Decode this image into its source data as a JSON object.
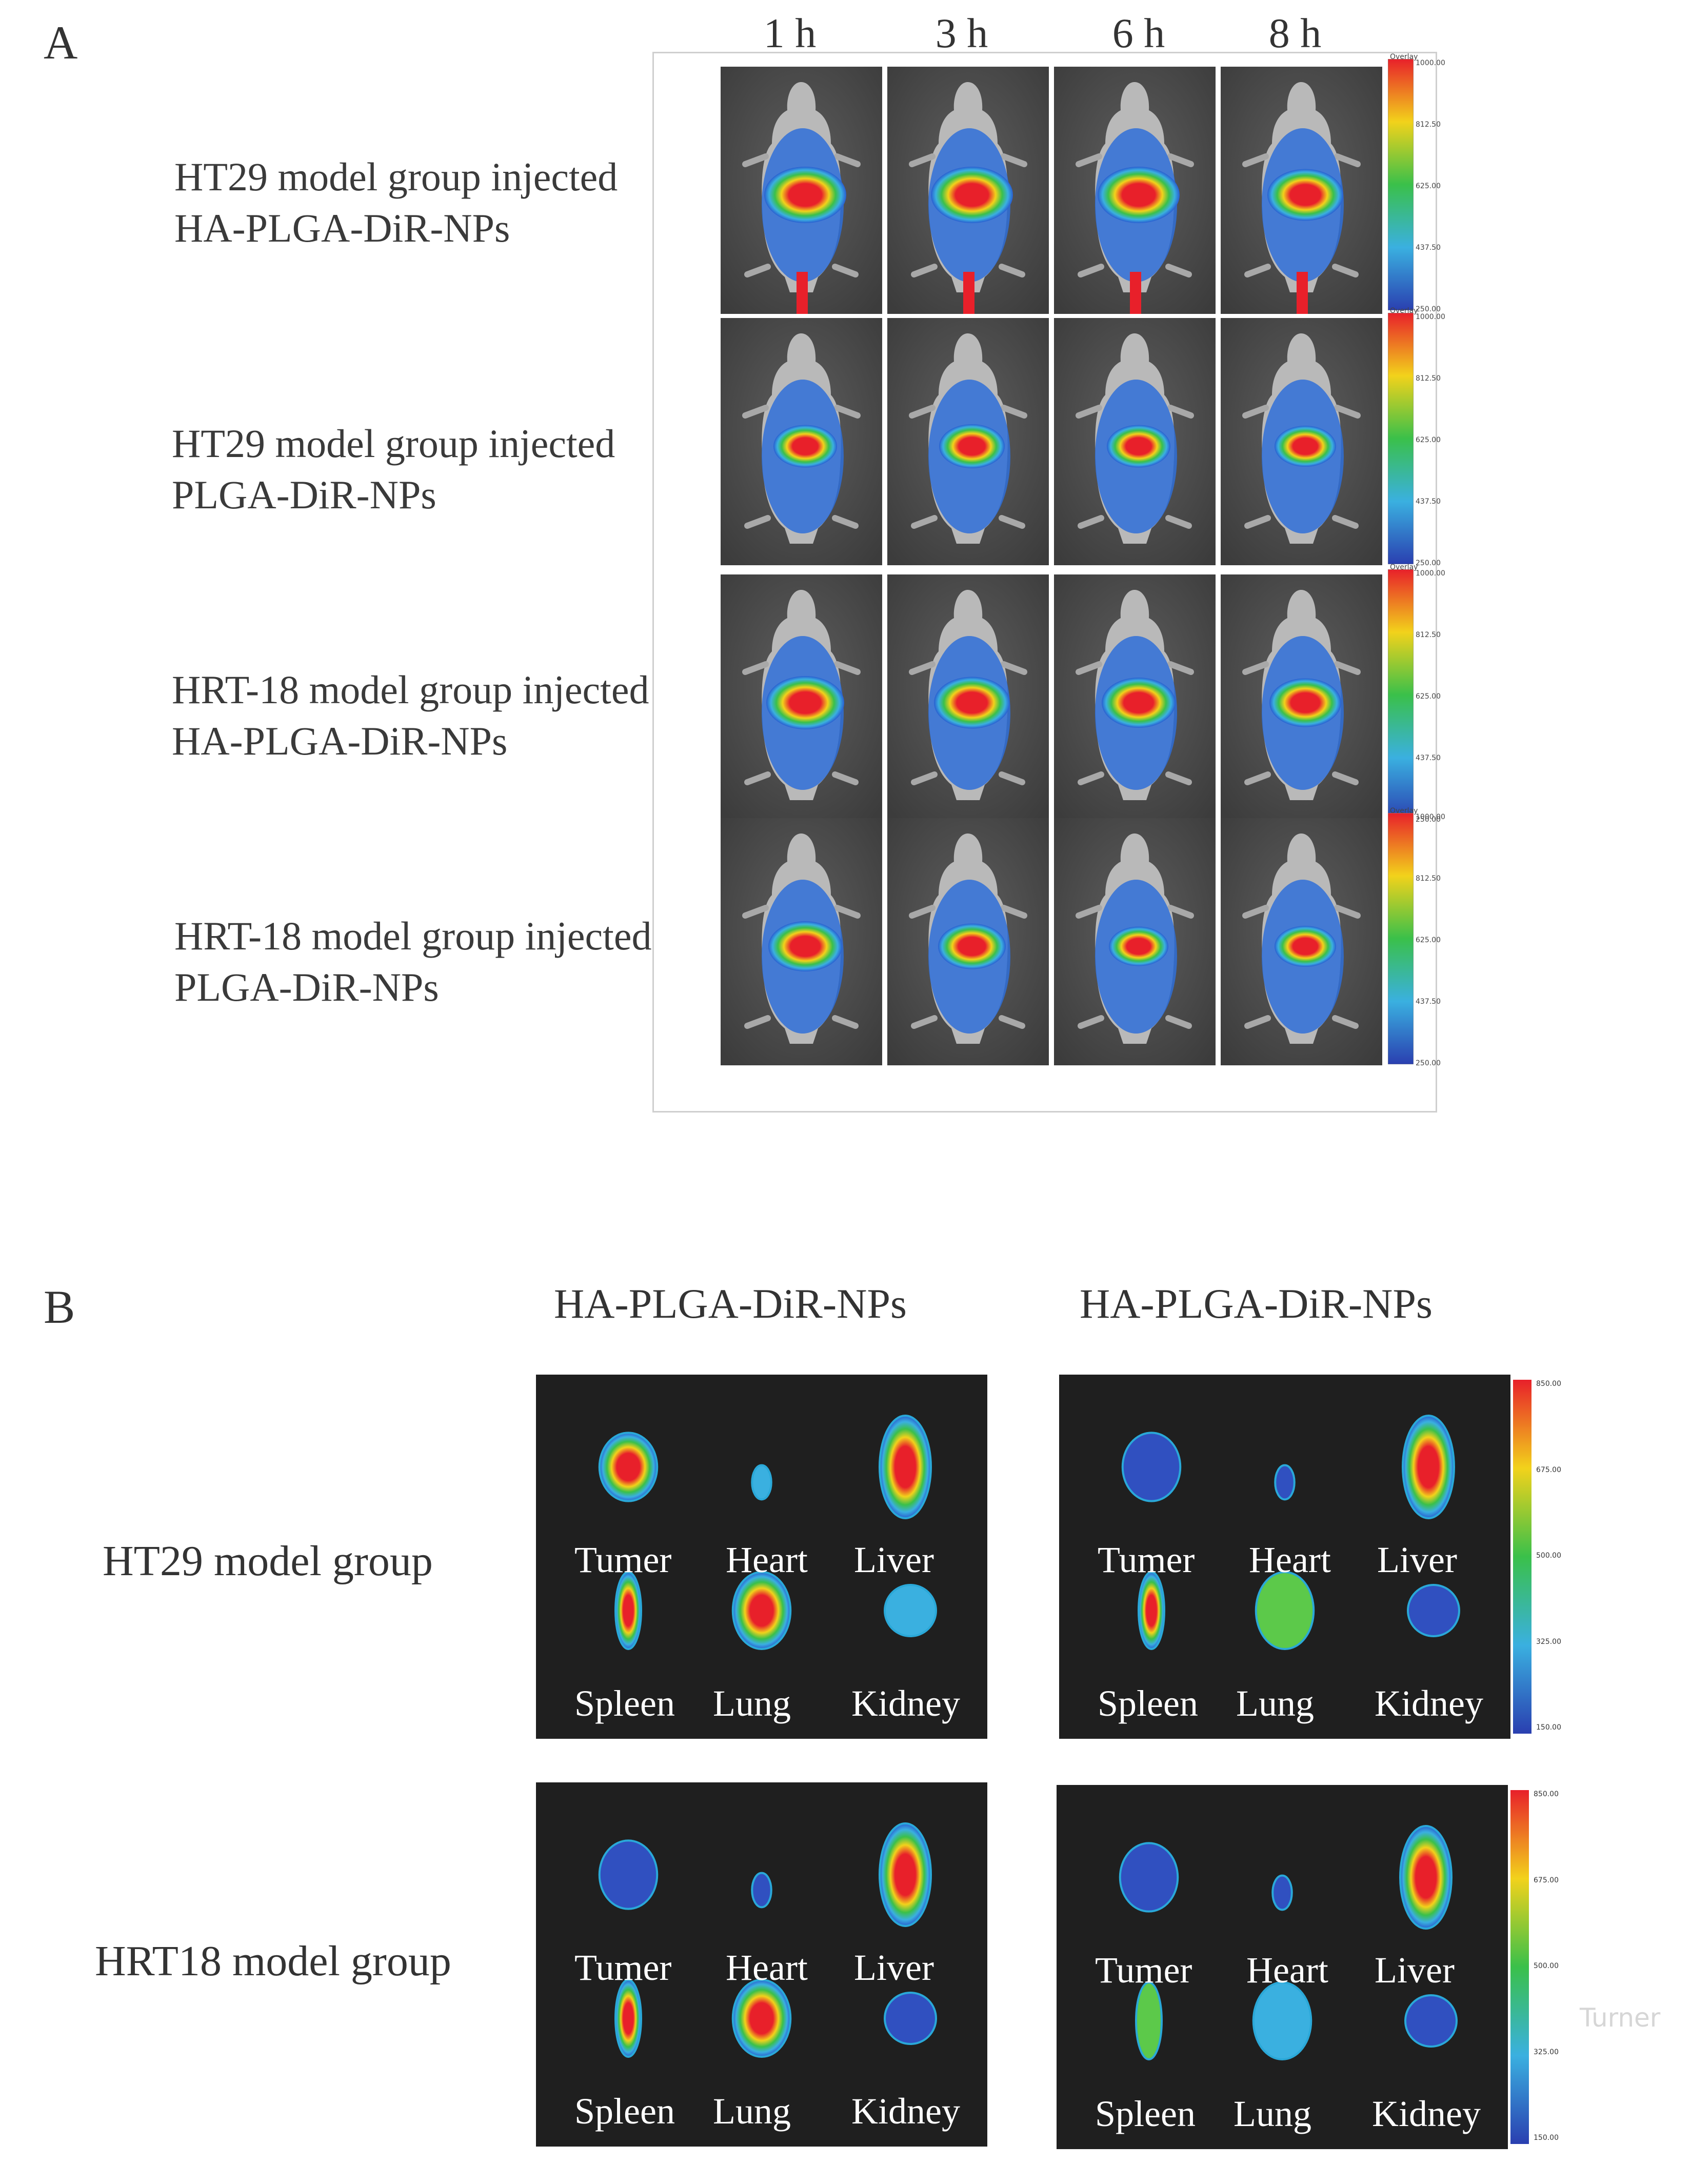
{
  "panel_a": {
    "label": "A",
    "timepoints": [
      "1 h",
      "3 h",
      "6 h",
      "8 h"
    ],
    "groups": [
      {
        "line1": "HT29 model group injected",
        "line2": "HA-PLGA-DiR-NPs"
      },
      {
        "line1": "HT29 model group injected",
        "line2": "PLGA-DiR-NPs"
      },
      {
        "line1": "HRT-18 model group injected",
        "line2": "HA-PLGA-DiR-NPs"
      },
      {
        "line1": "HRT-18 model group injected",
        "line2": "PLGA-DiR-NPs"
      }
    ],
    "colorbar": {
      "title": "Overlay",
      "ticks": [
        "1000.00",
        "812.50",
        "625.00",
        "437.50",
        "250.00"
      ]
    }
  },
  "panel_b": {
    "label": "B",
    "column_titles": [
      "HA-PLGA-DiR-NPs",
      "HA-PLGA-DiR-NPs"
    ],
    "row_labels": [
      "HT29 model group",
      "HRT18 model group"
    ],
    "organs": [
      "Tumer",
      "Heart",
      "Liver",
      "Spleen",
      "Lung",
      "Kidney"
    ],
    "colorbar_ticks": [
      "850.00",
      "675.00",
      "500.00",
      "325.00",
      "150.00"
    ],
    "stray_text": "Turner"
  },
  "colors": {
    "signal_high": "#e8202a",
    "signal_mid": "#f2d21b",
    "signal_low_mid": "#3ac04a",
    "signal_low": "#3a7fd8",
    "signal_floor": "#2a3fb0",
    "organ_background": "#1f1f1f"
  },
  "intensity": {
    "invivo": [
      [
        1,
        1,
        1,
        0.85
      ],
      [
        0.55,
        0.6,
        0.55,
        0.5
      ],
      [
        0.9,
        0.85,
        0.8,
        0.75
      ],
      [
        0.8,
        0.65,
        0.45,
        0.5
      ]
    ],
    "organs": [
      {
        "HA": [
          0.9,
          0.25,
          1,
          1,
          1,
          0.3
        ],
        "PLGA": [
          0.05,
          0.05,
          1,
          1,
          0.6,
          0.1
        ]
      },
      {
        "HA": [
          0.05,
          0.05,
          1,
          1,
          1,
          0.15
        ],
        "PLGA": [
          0.05,
          0.05,
          0.95,
          0.7,
          0.25,
          0.1
        ]
      }
    ]
  }
}
